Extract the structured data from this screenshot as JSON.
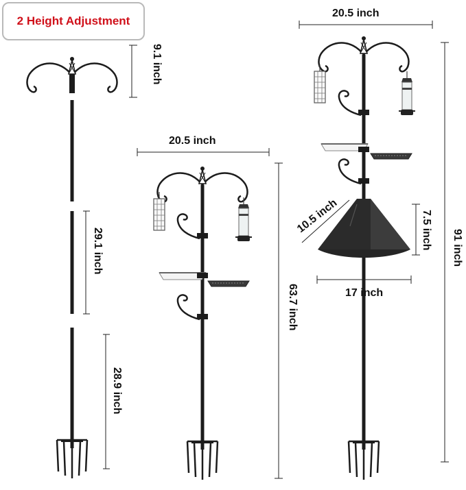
{
  "badge": {
    "text": "2 Height Adjustment",
    "color": "#d0101a"
  },
  "colors": {
    "pole": "#1c1c1c",
    "line": "#222222",
    "cone": "#2b2b2b"
  },
  "dimensions": {
    "hook_height": "9.1 inch",
    "middle_section": "29.1 inch",
    "bottom_section": "28.9 inch",
    "mid_width": "20.5 inch",
    "mid_height": "63.7 inch",
    "tall_width": "20.5 inch",
    "tall_height": "91 inch",
    "baffle_slant": "10.5 inch",
    "baffle_height": "7.5 inch",
    "baffle_diameter": "17 inch"
  },
  "icons": {
    "stakes": "five-prong-stake-icon",
    "hooks": "shepherd-hook-icon",
    "suet": "suet-cage-icon",
    "feeder": "tube-feeder-icon",
    "tray": "water-tray-icon",
    "baffle": "squirrel-baffle-icon"
  }
}
